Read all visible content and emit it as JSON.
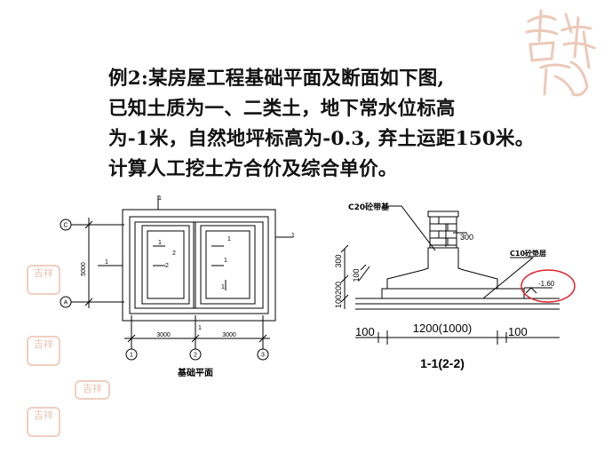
{
  "problem": {
    "lines": [
      "例2:某房屋工程基础平面及断面如下图,",
      "已知土质为一、二类土，地下常水位标高",
      "为-1米，自然地坪标高为-0.3, 弃土运距150米。",
      "计算人工挖土方合价及综合单价。"
    ]
  },
  "plan": {
    "axis_labels": [
      "C",
      "A",
      "1",
      "2",
      "3"
    ],
    "dim_vertical": "5000",
    "dim_left": "3000",
    "dim_right": "3000",
    "section_marks": [
      "1",
      "1",
      "2",
      "1",
      "2",
      "1",
      "1",
      "1",
      "1",
      "1"
    ],
    "caption": "基础平面"
  },
  "section": {
    "label_c20": "C20砼带基",
    "label_c10": "C10砼垫层",
    "dim_300_top": "300",
    "dim_300_left": "300",
    "dim_100_left": "100",
    "dim_100200": "100200",
    "dim_100_l": "100",
    "dim_width": "1200(1000)",
    "dim_100_r": "100",
    "elevation": "-1.60",
    "caption": "1-1(2-2)"
  },
  "decor": {
    "calligraphy": "吉祥",
    "seal_1": "吉祥",
    "seal_2": "吉祥",
    "seal_3": "吉祥",
    "seal_4": "吉祥"
  },
  "colors": {
    "text": "#111111",
    "drawing": "#000000",
    "annotation_circle": "#e0202a",
    "decor": "#e8c8b8"
  }
}
